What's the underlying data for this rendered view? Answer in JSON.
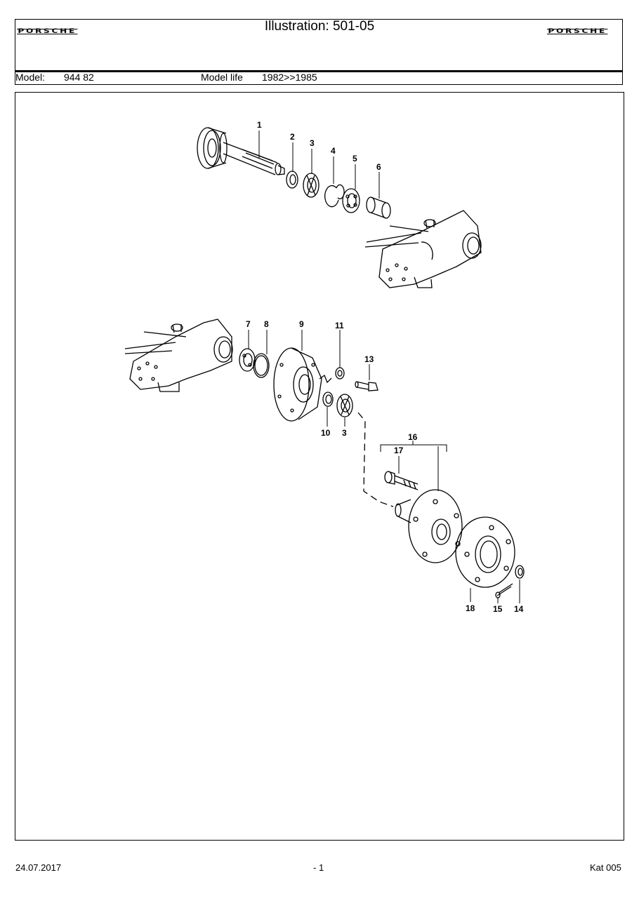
{
  "header": {
    "logo_left": "PORSCHE",
    "logo_right": "PORSCHE",
    "title": "Illustration: 501-05"
  },
  "meta": {
    "model_label": "Model:",
    "model_value": "944 82",
    "model_life_label": "Model life",
    "model_life_value": "1982>>1985"
  },
  "diagram": {
    "callouts": [
      "1",
      "2",
      "3",
      "4",
      "5",
      "6",
      "7",
      "8",
      "9",
      "11",
      "13",
      "10",
      "3",
      "16",
      "17",
      "18",
      "15",
      "14"
    ]
  },
  "footer": {
    "date": "24.07.2017",
    "page": "- 1",
    "catalog": "Kat 005"
  }
}
